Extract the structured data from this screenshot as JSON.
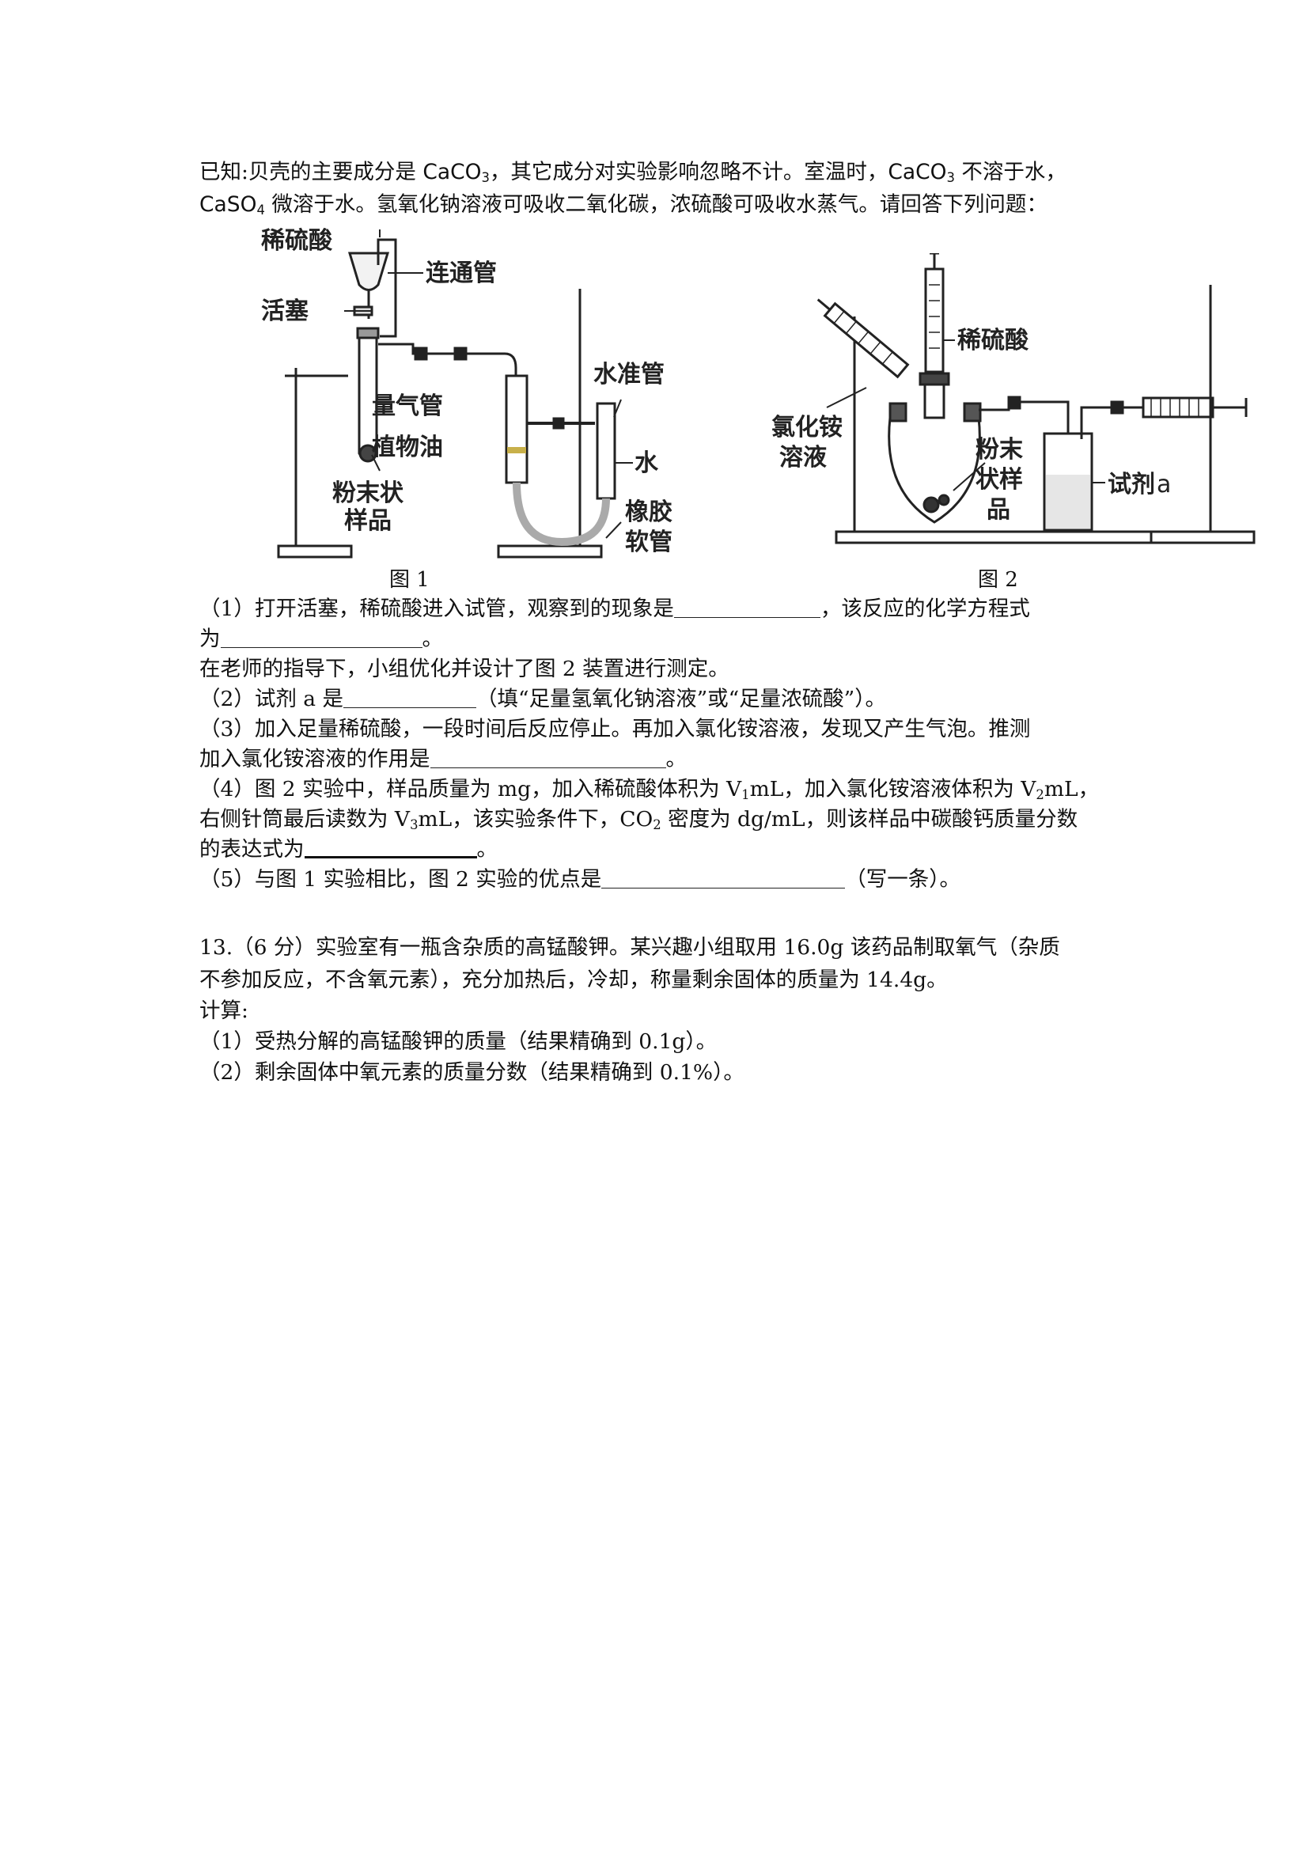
{
  "intro": {
    "l1": {
      "a": "已知:贝壳的主要成分是 ",
      "caco3_1": "CaCO",
      "sub3_1": "3",
      "b": "，其它成分对实验影响忽略不计。室温时，",
      "caco3_2": "CaCO",
      "sub3_2": "3",
      "c": " 不溶于水，"
    },
    "l2": {
      "caso4": "CaSO",
      "sub4": "4",
      "a": " 微溶于水。氢氧化钠溶液可吸收二氧化碳，浓硫酸可吸收水蒸气。请回答下列问题："
    }
  },
  "fig1": {
    "caption": "图 1",
    "labels": {
      "dilute_acid": "稀硫酸",
      "connect_tube": "连通管",
      "stopcock": "活塞",
      "gas_tube": "量气管",
      "level_tube": "水准管",
      "plant_oil": "植物油",
      "water": "水",
      "powder_1": "粉末状",
      "powder_2": "样品",
      "rubber_1": "橡胶",
      "rubber_2": "软管"
    }
  },
  "fig2": {
    "caption": "图 2",
    "labels": {
      "dilute_acid": "稀硫酸",
      "nh4cl_1": "氯化铵",
      "nh4cl_2": "溶液",
      "powder_1": "粉末",
      "powder_2": "状样",
      "powder_3": "品",
      "reagent": "试剂",
      "reagent_a": "a"
    }
  },
  "q1": {
    "a": "（1）打开活塞，稀硫酸进入试管，观察到的现象是",
    "b": "，该反应的化学方程式",
    "c": "为",
    "d": "。"
  },
  "transition": "在老师的指导下，小组优化并设计了图 2 装置进行测定。",
  "q2": {
    "a": "（2）试剂 a 是",
    "b": "（填“足量氢氧化钠溶液”或“足量浓硫酸”）。"
  },
  "q3": {
    "a": "（3）加入足量稀硫酸，一段时间后反应停止。再加入氯化铵溶液，发现又产生气泡。推测",
    "b": "加入氯化铵溶液的作用是",
    "c": "。"
  },
  "q4": {
    "a": "（4）图 2 实验中，样品质量为 mg，加入稀硫酸体积为 V",
    "s1": "1",
    "b": "mL，加入氯化铵溶液体积为 V",
    "s2": "2",
    "c": "mL，",
    "d": "右侧针筒最后读数为 V",
    "s3": "3",
    "e": "mL，该实验条件下，CO",
    "s4": "2",
    "f": " 密度为 dg/mL，则该样品中碳酸钙质量分数",
    "g": "的表达式为",
    "h": "。"
  },
  "q5": {
    "a": "（5）与图 1 实验相比，图 2 实验的优点是",
    "b": "（写一条）。"
  },
  "p13": {
    "l1": "13.（6 分）实验室有一瓶含杂质的高锰酸钾。某兴趣小组取用 16.0g 该药品制取氧气（杂质",
    "l2": "不参加反应，不含氧元素），充分加热后，冷却，称量剩余固体的质量为 14.4g。",
    "l3": "计算:",
    "l4": "（1）受热分解的高锰酸钾的质量（结果精确到 0.1g）。",
    "l5": "（2）剩余固体中氧元素的质量分数（结果精确到 0.1%）。"
  }
}
